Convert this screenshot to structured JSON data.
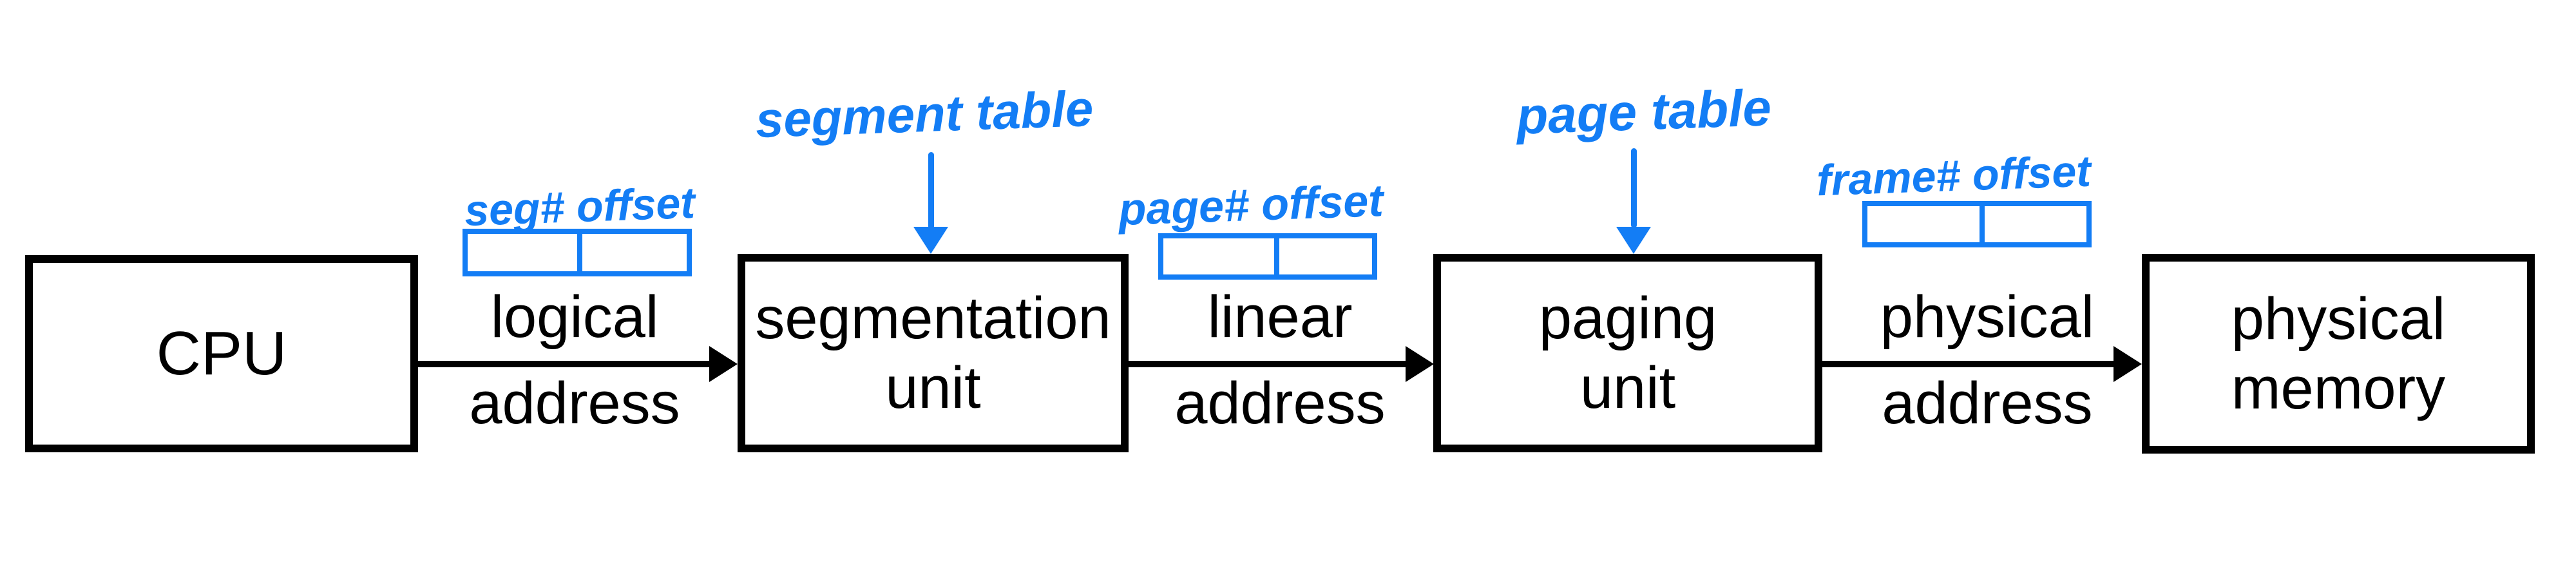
{
  "title": "logical to physical address translation diagram",
  "colors": {
    "ink": "#000000",
    "annotation": "#137df5",
    "background": "#ffffff"
  },
  "boxes": [
    {
      "id": "cpu",
      "lines": [
        "CPU"
      ]
    },
    {
      "id": "segmentation-unit",
      "lines": [
        "segmentation",
        "unit"
      ]
    },
    {
      "id": "paging-unit",
      "lines": [
        "paging",
        "unit"
      ]
    },
    {
      "id": "physical-memory",
      "lines": [
        "physical",
        "memory"
      ]
    }
  ],
  "arrow_labels": [
    {
      "top": "logical",
      "bottom": "address"
    },
    {
      "top": "linear",
      "bottom": "address"
    },
    {
      "top": "physical",
      "bottom": "address"
    }
  ],
  "handwritten": {
    "segment_table": "segment table",
    "page_table": "page table",
    "fields": [
      {
        "name": "seg-offset",
        "text": "seg#  offset"
      },
      {
        "name": "page-offset",
        "text": "page#  offset"
      },
      {
        "name": "frame-offset",
        "text": "frame#  offset"
      }
    ]
  }
}
